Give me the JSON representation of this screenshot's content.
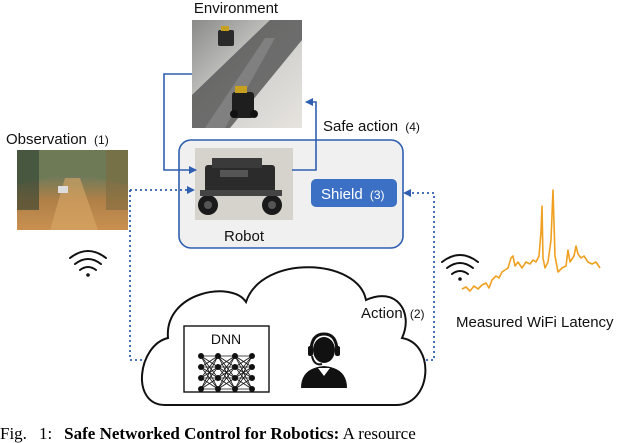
{
  "diagram": {
    "environment_label": "Environment",
    "observation_label": "Observation",
    "observation_num": "(1)",
    "safe_action_label": "Safe action",
    "safe_action_num": "(4)",
    "robot_label": "Robot",
    "shield_label": "Shield",
    "shield_num": "(3)",
    "action_label": "Action",
    "action_num": "(2)",
    "dnn_label": "DNN",
    "latency_label": "Measured WiFi Latency"
  },
  "caption": {
    "prefix": "Fig.",
    "number": "1:",
    "bold_text": "Safe Networked Control for Robotics:",
    "rest_text": "A resource"
  },
  "colors": {
    "arrow_blue": "#2f5fb0",
    "shield_fill": "#3b70c4",
    "robot_box_fill": "#f0f0f0",
    "latency_line": "#f0a020"
  }
}
